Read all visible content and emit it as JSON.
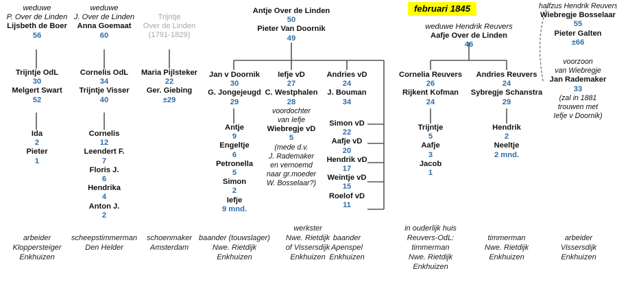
{
  "meta": {
    "date_badge": "februari 1845",
    "accent_age_color": "#2e6da8",
    "highlight_color": "#ffff00",
    "muted_color": "#a8a8a8"
  },
  "columns": [
    {
      "id": "col-lijsbeth-de-boer",
      "header": {
        "relation": "weduwe",
        "spouse": "P. Over de Linden",
        "name": "Lijsbeth de Boer",
        "age": "56"
      },
      "couple": [
        {
          "name": "Trijntje OdL",
          "age": "30"
        },
        {
          "name": "Melgert Swart",
          "age": "52"
        }
      ],
      "children": [
        {
          "name": "Ida",
          "age": "2"
        },
        {
          "name": "Pieter",
          "age": "1"
        }
      ],
      "occupation": [
        "arbeider",
        "Kloppersteiger",
        "Enkhuizen"
      ]
    },
    {
      "id": "col-anna-goemaat",
      "header": {
        "relation": "weduwe",
        "spouse": "J. Over de Linden",
        "name": "Anna Goemaat",
        "age": "60"
      },
      "couple": [
        {
          "name": "Cornelis OdL",
          "age": "34"
        },
        {
          "name": "Trijntje Visser",
          "age": "40"
        }
      ],
      "children": [
        {
          "name": "Cornelis",
          "age": "12"
        },
        {
          "name": "Leendert F.",
          "age": "7"
        },
        {
          "name": "Floris J.",
          "age": "6"
        },
        {
          "name": "Hendrika",
          "age": "4"
        },
        {
          "name": "Anton J.",
          "age": "2"
        }
      ],
      "occupation": [
        "scheepstimmerman",
        "Den Helder"
      ]
    },
    {
      "id": "col-trijntje-over-de-linden",
      "header": {
        "name_line1": "Trijntje",
        "name_line2": "Over de Linden",
        "years": "(1791-1829)"
      },
      "couple": [
        {
          "name": "Maria Pijlsteker",
          "age": "22"
        },
        {
          "name": "Ger. Giebing",
          "age": "±29"
        }
      ],
      "children": [],
      "occupation": [
        "schoenmaker",
        "Amsterdam"
      ]
    },
    {
      "id": "col-jan-v-doornik",
      "couple": [
        {
          "name": "Jan v Doornik",
          "age": "30"
        },
        {
          "name": "G. Jongejeugd",
          "age": "29"
        }
      ],
      "children": [
        {
          "name": "Antje",
          "age": "9"
        },
        {
          "name": "Engeltje",
          "age": "6"
        },
        {
          "name": "Petronella",
          "age": "5"
        },
        {
          "name": "Simon",
          "age": "2"
        },
        {
          "name": "Iefje",
          "age": "9 mnd."
        }
      ],
      "occupation": [
        "baander (touwslager)",
        "Nwe. Rietdijk",
        "Enkhuizen"
      ]
    },
    {
      "id": "col-iefje-vd",
      "couple": [
        {
          "name": "Iefje vD",
          "age": "27"
        },
        {
          "name": "C. Westphalen",
          "age": "28"
        }
      ],
      "notes_above": [
        "voordochter",
        "van Iefje"
      ],
      "children": [
        {
          "name": "Wiebregje vD",
          "age": "5"
        }
      ],
      "notes_below": [
        "(mede d.v.",
        "J. Rademaker",
        "en vernoemd",
        "naar gr.moeder",
        "W. Bosselaar?)"
      ],
      "occupation": [
        "werkster",
        "Nwe. Rietdijk",
        "of Vissersdijk",
        "Enkhuizen"
      ]
    },
    {
      "id": "col-andries-vd",
      "couple": [
        {
          "name": "Andries vD",
          "age": "24"
        },
        {
          "name": "J. Bouman",
          "age": "34"
        }
      ],
      "siblings": [
        {
          "name": "Simon vD",
          "age": "22"
        },
        {
          "name": "Aafje vD",
          "age": "20"
        },
        {
          "name": "Hendrik vD",
          "age": "17"
        },
        {
          "name": "Weintje vD",
          "age": "15"
        },
        {
          "name": "Roelof vD",
          "age": "11"
        }
      ],
      "occupation": [
        "baander",
        "Apenspel",
        "Enkhuizen"
      ]
    },
    {
      "id": "col-cornelia-reuvers",
      "couple": [
        {
          "name": "Cornelia Reuvers",
          "age": "26"
        },
        {
          "name": "Rijkent Kofman",
          "age": "24"
        }
      ],
      "children": [
        {
          "name": "Trijntje",
          "age": "5"
        },
        {
          "name": "Aafje",
          "age": "3"
        },
        {
          "name": "Jacob",
          "age": "1"
        }
      ],
      "occupation": [
        "in ouderlijk huis",
        "Reuvers-OdL:",
        "timmerman",
        "Nwe. Rietdijk",
        "Enkhuizen"
      ]
    },
    {
      "id": "col-andries-reuvers",
      "couple": [
        {
          "name": "Andries Reuvers",
          "age": "24"
        },
        {
          "name": "Sybregje Schanstra",
          "age": "29"
        }
      ],
      "children": [
        {
          "name": "Hendrik",
          "age": "2"
        },
        {
          "name": "Neeltje",
          "age": "2 mnd."
        }
      ],
      "occupation": [
        "timmerman",
        "Nwe. Rietdijk",
        "Enkhuizen"
      ]
    },
    {
      "id": "col-wiebregje-bosselaar",
      "header": {
        "relation": "halfzus Hendrik Reuvers",
        "name": "Wiebregje Bosselaar",
        "age": "55"
      },
      "couple": [
        {
          "name": "Pieter Galten",
          "age": "±66"
        }
      ],
      "notes_above": [
        "voorzoon",
        "van Wiebregje"
      ],
      "children": [
        {
          "name": "Jan Rademaker",
          "age": "33"
        }
      ],
      "notes_below": [
        "(zal in 1881",
        "trouwen met",
        "Iefje v Doornik)"
      ],
      "occupation": [
        "arbeider",
        "Vissersdijk",
        "Enkhuizen"
      ]
    }
  ],
  "top_center": {
    "name1": "Antje Over de Linden",
    "age1": "50",
    "name2": "Pieter Van Doornik",
    "age2": "49"
  },
  "aafje_group": {
    "relation": "weduwe Hendrik Reuvers",
    "name": "Aafje Over de Linden",
    "age": "46"
  }
}
